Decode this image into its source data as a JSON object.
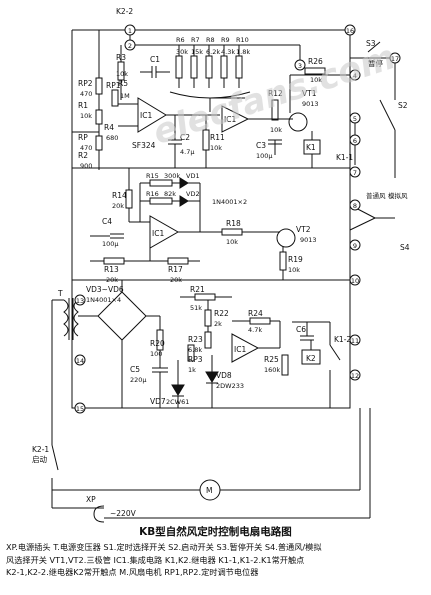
{
  "labels": {
    "k2_2": "K2-2",
    "s3": "S3",
    "s3_dir": "暂停",
    "rp1": "RP1",
    "r3": "R3",
    "r3_val": "10k",
    "c1": "C1",
    "r6": "R6",
    "r7": "R7",
    "r8": "R8",
    "r9": "R9",
    "r10": "R10",
    "r6_val": "30k",
    "r7_val": "15k",
    "r8_val": "6.2k",
    "r9_val": "4.3k",
    "r10_val": "1.8k",
    "r26": "R26",
    "r26_val": "10k",
    "rp2": "RP2",
    "rp2_val": "470",
    "r1": "R1",
    "r1_val": "10k",
    "r5": "R5",
    "r5_val": "1M",
    "r4": "R4",
    "r4_val": "680",
    "rp": "RP",
    "rp_val": "470",
    "r2": "R2",
    "r2_val": "900",
    "ic1_a": "IC1",
    "ic1_part": "SF324",
    "c2": "C2",
    "c2_val": "4.7μ",
    "r11": "R11",
    "r11_val": "10k",
    "ic1_b": "IC1",
    "r12": "R12",
    "r12_val": "10k",
    "vt1": "VT1",
    "vt1_val": "9013",
    "c3": "C3",
    "c3_val": "100μ",
    "k1": "K1",
    "k1_1": "K1-1",
    "s2": "S2",
    "r15": "R15",
    "r15_val": "300k",
    "vd1": "VD1",
    "r16": "R16",
    "r16_val": "82k",
    "vd2": "VD2",
    "diode_note": "1N4001×2",
    "r14": "R14",
    "r14_val": "20k",
    "c4": "C4",
    "c4_val": "100μ",
    "ic1_c": "IC1",
    "r18": "R18",
    "r18_val": "10k",
    "vt2": "VT2",
    "vt2_val": "9013",
    "normal_wind": "普通风",
    "natural_wind": "模拟风",
    "s4": "S4",
    "r13": "R13",
    "r13_val": "20k",
    "r17": "R17",
    "r17_val": "20k",
    "r19": "R19",
    "r19_val": "10k",
    "vd3_vd6": "VD3~VD6",
    "diode_bridge": "1N4001×4",
    "r21": "R21",
    "r21_val": "51k",
    "r22": "R22",
    "r22_val": "2k",
    "r24": "R24",
    "r24_val": "4.7k",
    "r20": "R20",
    "r20_val": "100",
    "r23": "R23",
    "r23_val": "6.8k",
    "rp3": "RP3",
    "rp3_val": "1k",
    "ic1_d": "IC1",
    "r25": "R25",
    "r25_val": "160k",
    "c6": "C6",
    "k2": "K2",
    "k1_2": "K1-2",
    "c5": "C5",
    "c5_val": "220μ",
    "vd8": "VD8",
    "vd8_val": "2DW233",
    "vd7": "VD7",
    "vd7_val": "2CW61",
    "t": "T",
    "k2_1": "K2-1",
    "k2_1_note": "启动",
    "motor": "M",
    "xp": "XP",
    "mains": "~220V",
    "pin_labels": [
      "1",
      "2",
      "3",
      "4",
      "5",
      "6",
      "7",
      "8",
      "9",
      "10",
      "11",
      "12",
      "13",
      "14",
      "15",
      "16",
      "17"
    ]
  },
  "watermark": "elecfans.com",
  "title": "KB型自然风定时控制电扇电路图",
  "legend_lines": [
    "XP.电源插头  T.电源变压器  S1.定时选择开关  S2.启动开关  S3.暂停开关  S4.普通风/模拟",
    "风选择开关  VT1,VT2.三极管  IC1.集成电路  K1,K2.继电器  K1-1,K1-2.K1常开触点",
    "K2-1,K2-2.继电器K2常开触点  M.风扇电机  RP1,RP2.定时调节电位器"
  ]
}
